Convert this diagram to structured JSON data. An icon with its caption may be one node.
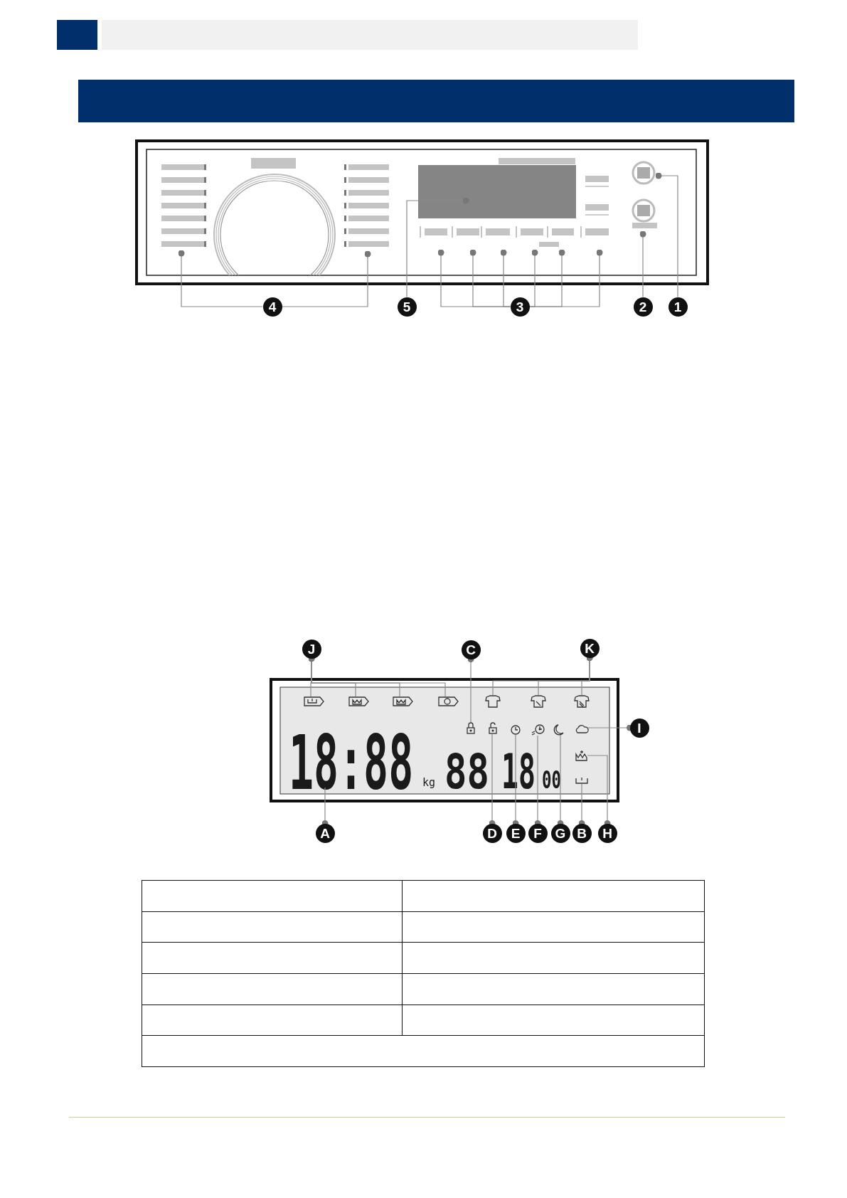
{
  "diagram": {
    "nodes": [
      {
        "text": [
          "4"
        ]
      },
      {
        "text": [
          "5"
        ]
      },
      {
        "text": [
          "3"
        ]
      },
      {
        "text": [
          "2"
        ]
      },
      {
        "text": [
          "1"
        ]
      },
      {
        "text": [
          "J"
        ]
      },
      {
        "text": [
          "C"
        ]
      },
      {
        "text": [
          "K"
        ]
      },
      {
        "text": [
          "I"
        ]
      },
      {
        "text": [
          "A"
        ]
      },
      {
        "text": [
          "D"
        ]
      },
      {
        "text": [
          "E"
        ]
      },
      {
        "text": [
          "F"
        ]
      },
      {
        "text": [
          "G"
        ]
      },
      {
        "text": [
          "B"
        ]
      },
      {
        "text": [
          "H"
        ]
      },
      {
        "text": [],
        "shape": "icon"
      },
      {
        "text": [],
        "shape": "icon"
      },
      {
        "text": [],
        "shape": "icon"
      },
      {
        "text": [],
        "shape": "icon"
      },
      {
        "text": [],
        "shape": "icon"
      },
      {
        "text": [],
        "shape": "icon"
      },
      {
        "text": [],
        "shape": "icon"
      },
      {
        "text": [],
        "shape": "icon"
      },
      {
        "text": [],
        "shape": "icon"
      },
      {
        "text": [],
        "shape": "icon"
      },
      {
        "text": [],
        "shape": "icon"
      },
      {
        "text": [],
        "shape": "icon"
      },
      {
        "text": [],
        "shape": "icon"
      },
      {
        "text": [],
        "shape": "icon"
      },
      {
        "text": [],
        "shape": "icon"
      },
      {
        "text": [
          "18:88"
        ]
      }
    ],
    "edges": [
      {
        "from": 0,
        "to": null,
        "arrow": "other"
      },
      {
        "from": 0,
        "to": null,
        "arrow": "other"
      },
      {
        "from": 1,
        "to": null,
        "arrow": "other"
      },
      {
        "from": 2,
        "to": null,
        "arrow": "other"
      },
      {
        "from": 2,
        "to": null,
        "arrow": "other"
      },
      {
        "from": 2,
        "to": null,
        "arrow": "other"
      },
      {
        "from": 2,
        "to": null,
        "arrow": "other"
      },
      {
        "from": 2,
        "to": null,
        "arrow": "other"
      },
      {
        "from": 2,
        "to": null,
        "arrow": "other"
      },
      {
        "from": 3,
        "to": null,
        "arrow": "other"
      },
      {
        "from": 4,
        "to": null,
        "arrow": "other"
      },
      {
        "from": 5,
        "to": 16,
        "arrow": "other"
      },
      {
        "from": 5,
        "to": 17,
        "arrow": "other"
      },
      {
        "from": 5,
        "to": 18,
        "arrow": "other"
      },
      {
        "from": 5,
        "to": 19,
        "arrow": "other"
      },
      {
        "from": 7,
        "to": 22,
        "arrow": "other"
      },
      {
        "from": 7,
        "to": 21,
        "arrow": "other"
      },
      {
        "from": 7,
        "to": 20,
        "arrow": "other"
      },
      {
        "from": 6,
        "to": 23,
        "arrow": "other"
      },
      {
        "from": 8,
        "to": 28,
        "arrow": "other"
      },
      {
        "from": 9,
        "to": 31,
        "arrow": "other"
      },
      {
        "from": 10,
        "to": 24,
        "arrow": "other"
      },
      {
        "from": 11,
        "to": 25,
        "arrow": "other"
      },
      {
        "from": 12,
        "to": 26,
        "arrow": "other"
      },
      {
        "from": 13,
        "to": 27,
        "arrow": "other"
      },
      {
        "from": 14,
        "to": 30,
        "arrow": "other"
      },
      {
        "from": 15,
        "to": 29,
        "arrow": "other"
      }
    ],
    "labels": [
      "kg",
      "88",
      "18",
      "00"
    ]
  }
}
